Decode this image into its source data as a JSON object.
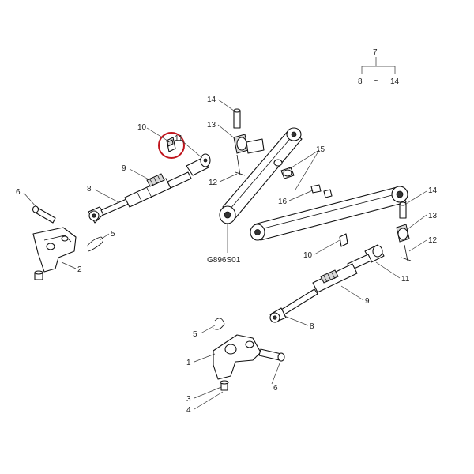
{
  "colors": {
    "highlight_circle": "#c0141c",
    "line": "#111111",
    "background": "#ffffff"
  },
  "diagram": {
    "drawing_code": "G896S01",
    "group": {
      "number": "7",
      "range_start": "8",
      "range_sep": "~",
      "range_end": "14"
    },
    "callouts": {
      "c1": "1",
      "c2": "2",
      "c3": "3",
      "c4": "4",
      "c5a": "5",
      "c5b": "5",
      "c6a": "6",
      "c6b": "6",
      "c8a": "8",
      "c8b": "8",
      "c9a": "9",
      "c9b": "9",
      "c10a": "10",
      "c10b": "10",
      "c11a": "11",
      "c11b": "11",
      "c12a": "12",
      "c12b": "12",
      "c13a": "13",
      "c13b": "13",
      "c14a": "14",
      "c14b": "14",
      "c15": "15",
      "c16": "16"
    },
    "highlighted_part": "10"
  }
}
